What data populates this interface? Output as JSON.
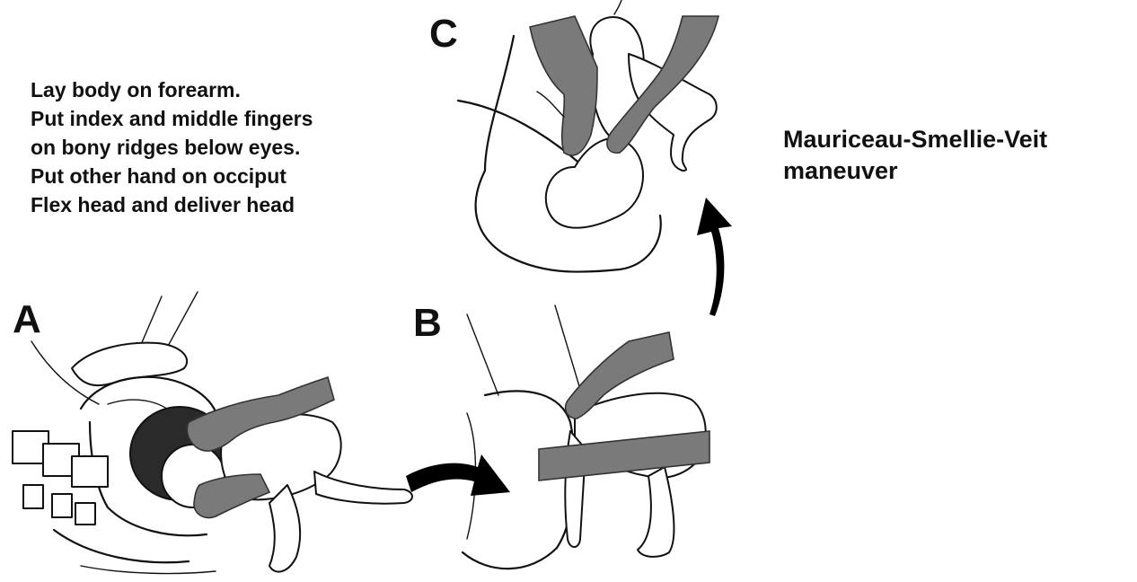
{
  "panels": {
    "a": "A",
    "b": "B",
    "c": "C"
  },
  "instructions": [
    "Lay body on forearm.",
    "Put index and middle fingers",
    "on bony ridges below eyes.",
    "Put other hand on occiput",
    "Flex head and deliver head"
  ],
  "title": "Mauriceau-Smellie-Veit\nmaneuver"
}
